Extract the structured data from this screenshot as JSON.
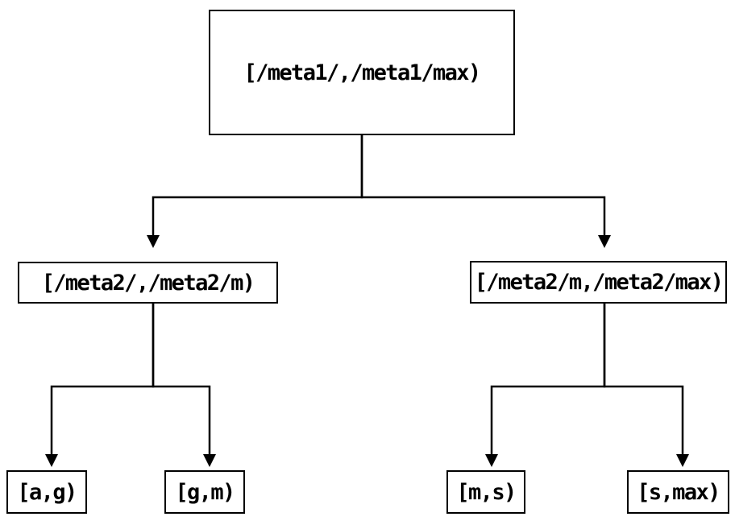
{
  "diagram": {
    "type": "tree",
    "nodes": {
      "root": "[/meta1/,/meta1/max)",
      "l1_left": "[/meta2/,/meta2/m)",
      "l1_right": "[/meta2/m,/meta2/max)",
      "leaf_ag": "[a,g)",
      "leaf_gm": "[g,m)",
      "leaf_ms": "[m,s)",
      "leaf_smax": "[s,max)"
    },
    "edges": [
      {
        "from": "root",
        "to": "l1_left"
      },
      {
        "from": "root",
        "to": "l1_right"
      },
      {
        "from": "l1_left",
        "to": "leaf_ag"
      },
      {
        "from": "l1_left",
        "to": "leaf_gm"
      },
      {
        "from": "l1_right",
        "to": "leaf_ms"
      },
      {
        "from": "l1_right",
        "to": "leaf_smax"
      }
    ],
    "colors": {
      "background": "#ffffff",
      "line": "#000000",
      "text": "#000000",
      "node_fill": "#ffffff"
    }
  }
}
